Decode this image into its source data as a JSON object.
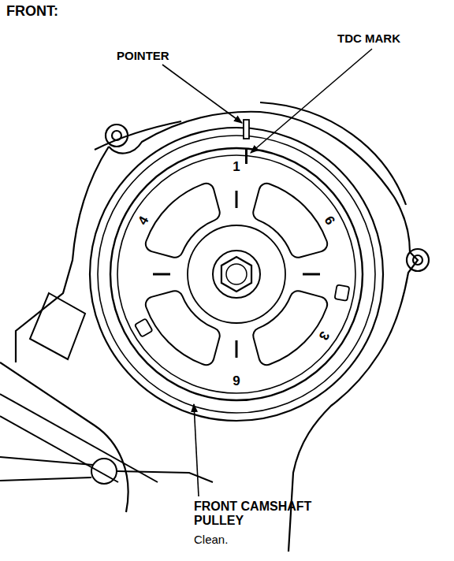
{
  "diagram": {
    "title": "FRONT:",
    "labels": [
      "POINTER",
      "TDC MARK",
      "1",
      "4",
      "6",
      "3",
      "9",
      "FRONT CAMSHAFT PULLEY",
      "Clean."
    ]
  }
}
